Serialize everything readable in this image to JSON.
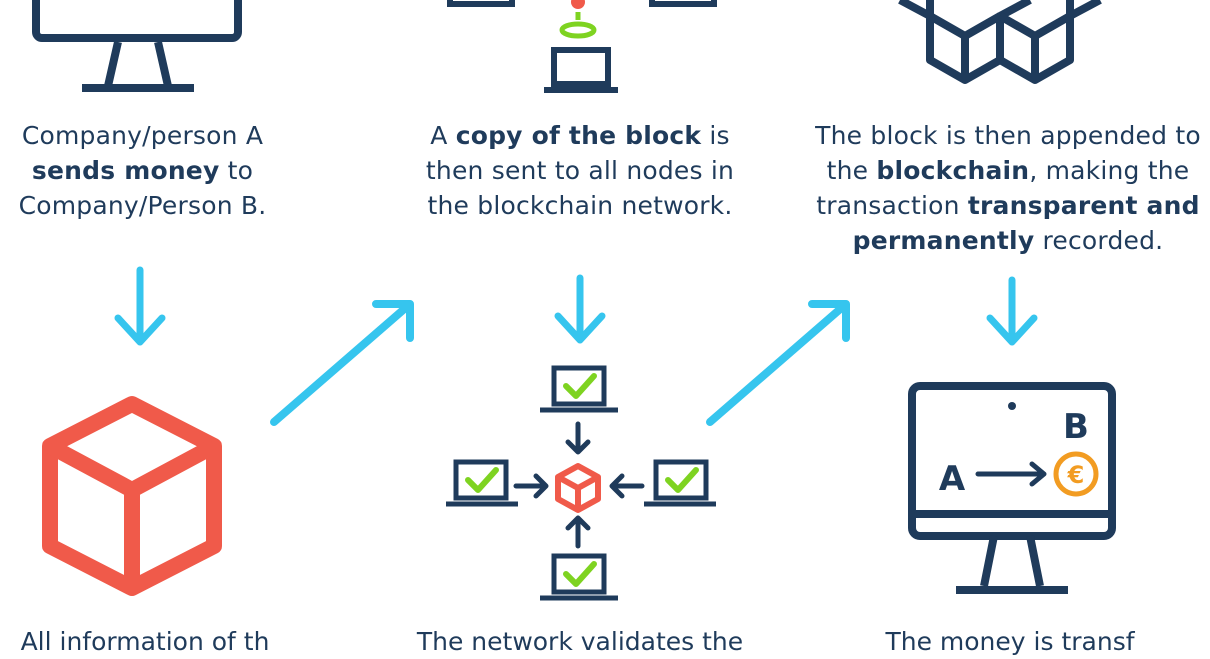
{
  "colors": {
    "navy": "#1f3b5b",
    "cyan": "#36c5ee",
    "red": "#f05a4a",
    "green": "#7ed321",
    "orange": "#f29c22"
  },
  "step1": {
    "line1": "Company/person A",
    "line2_bold": "sends money",
    "line2_rest": " to",
    "line3": "Company/Person B."
  },
  "step2": {
    "line1_pre": "A ",
    "line1_bold": "copy of the block",
    "line1_post": " is",
    "line2": "then sent to all nodes in",
    "line3": "the blockchain network."
  },
  "step3": {
    "line1": "The block is then appended to",
    "line2_pre": "the ",
    "line2_bold": "blockchain",
    "line2_post": ", making the",
    "line3_pre": "transaction ",
    "line3_bold": "transparent and",
    "line4_bold": "permanently",
    "line4_post": " recorded."
  },
  "bottom": {
    "cap4": "All information of th",
    "cap5": "The network validates the",
    "cap6": "The money is transf"
  },
  "monitor": {
    "label_a": "A",
    "label_b": "B",
    "currency": "€"
  },
  "icons": [
    "desktop-monitor-icon",
    "network-laptops-icon",
    "blockchain-cubes-icon",
    "block-cube-icon",
    "validation-network-icon",
    "transfer-monitor-icon",
    "arrow-down-icon",
    "arrow-diagonal-icon"
  ]
}
